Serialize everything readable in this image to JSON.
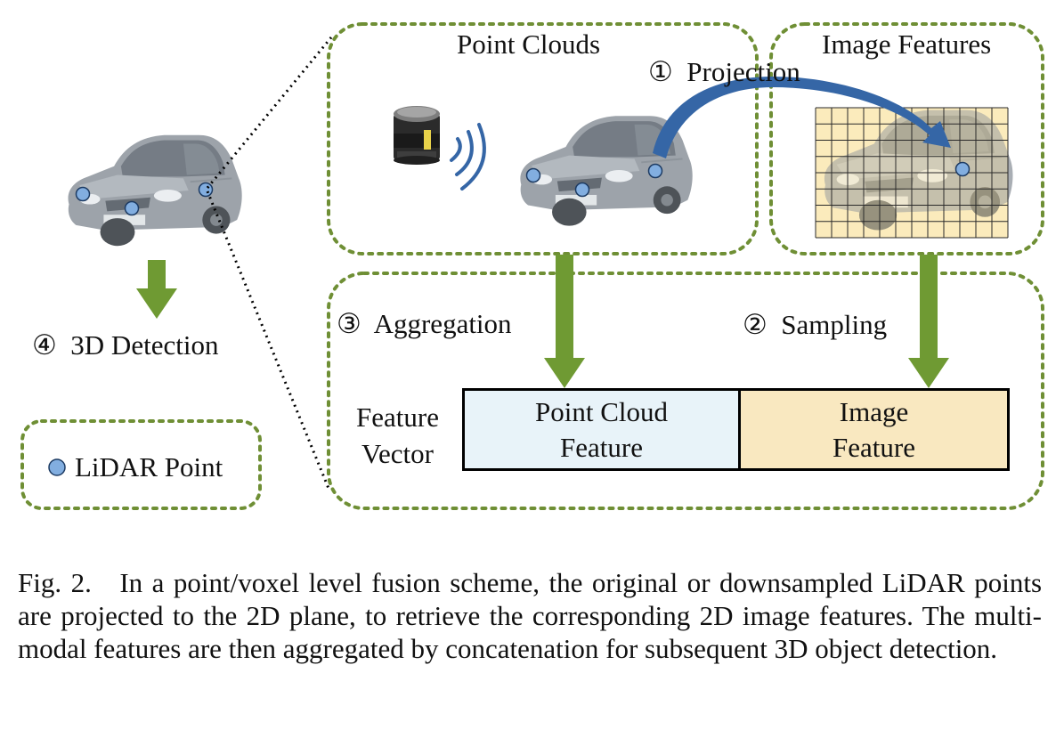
{
  "boxes": {
    "point_clouds": {
      "title": "Point Clouds"
    },
    "image_features": {
      "title": "Image Features"
    }
  },
  "steps": {
    "projection": {
      "marker": "①",
      "label": "Projection"
    },
    "sampling": {
      "marker": "②",
      "label": "Sampling"
    },
    "aggregation": {
      "marker": "③",
      "label": "Aggregation"
    },
    "detection": {
      "marker": "④",
      "label": "3D Detection"
    }
  },
  "feature_vector": {
    "label_line1": "Feature",
    "label_line2": "Vector",
    "point_cloud_feature": {
      "line1": "Point Cloud",
      "line2": "Feature"
    },
    "image_feature": {
      "line1": "Image",
      "line2": "Feature"
    }
  },
  "legend": {
    "label": "LiDAR Point"
  },
  "caption": {
    "prefix": "Fig. 2.",
    "text": "In a point/voxel level fusion scheme, the original or downsampled LiDAR points are projected to the 2D plane, to retrieve the corresponding 2D image features. The multi-modal features are then aggregated by concatenation for subsequent 3D object detection."
  },
  "colors": {
    "dotted_border": "#6f8f35",
    "green_arrow": "#6f9a33",
    "blue_arrow": "#3566a6",
    "lidar_point": "#82aee0",
    "point_cloud_feature_bg": "#e8f3f9",
    "image_feature_bg": "#f9e8c0",
    "image_grid_bg": "#fbecbc"
  },
  "icons": {
    "car": "car-icon",
    "lidar_sensor": "lidar-sensor-icon",
    "signal_waves": "signal-waves-icon"
  }
}
